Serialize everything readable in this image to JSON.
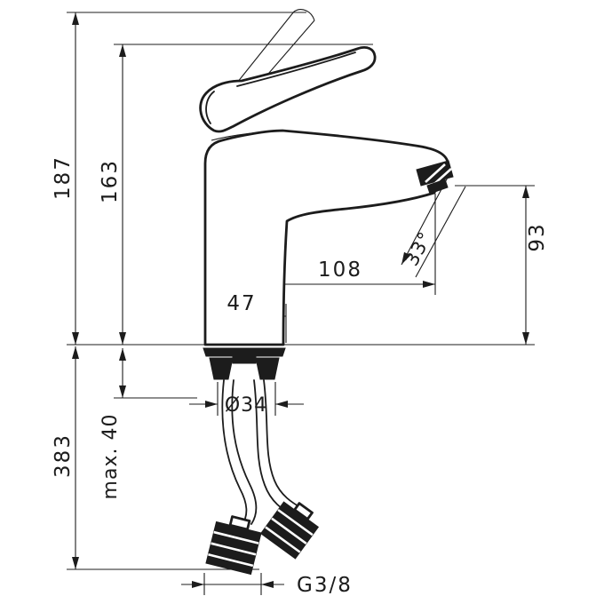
{
  "page": {
    "background_color": "#ffffff",
    "line_color": "#1c1c1c"
  },
  "drawing": {
    "labels": {
      "overall_height": "187",
      "lever_height": "163",
      "below_deck_length": "383",
      "max_mounting_thickness": "max. 40",
      "spout_outlet_height": "93",
      "spout_reach": "108",
      "body_width": "47",
      "jet_angle": "33°",
      "hole_diameter": "Ø34",
      "connection_thread": "G3/8"
    }
  }
}
